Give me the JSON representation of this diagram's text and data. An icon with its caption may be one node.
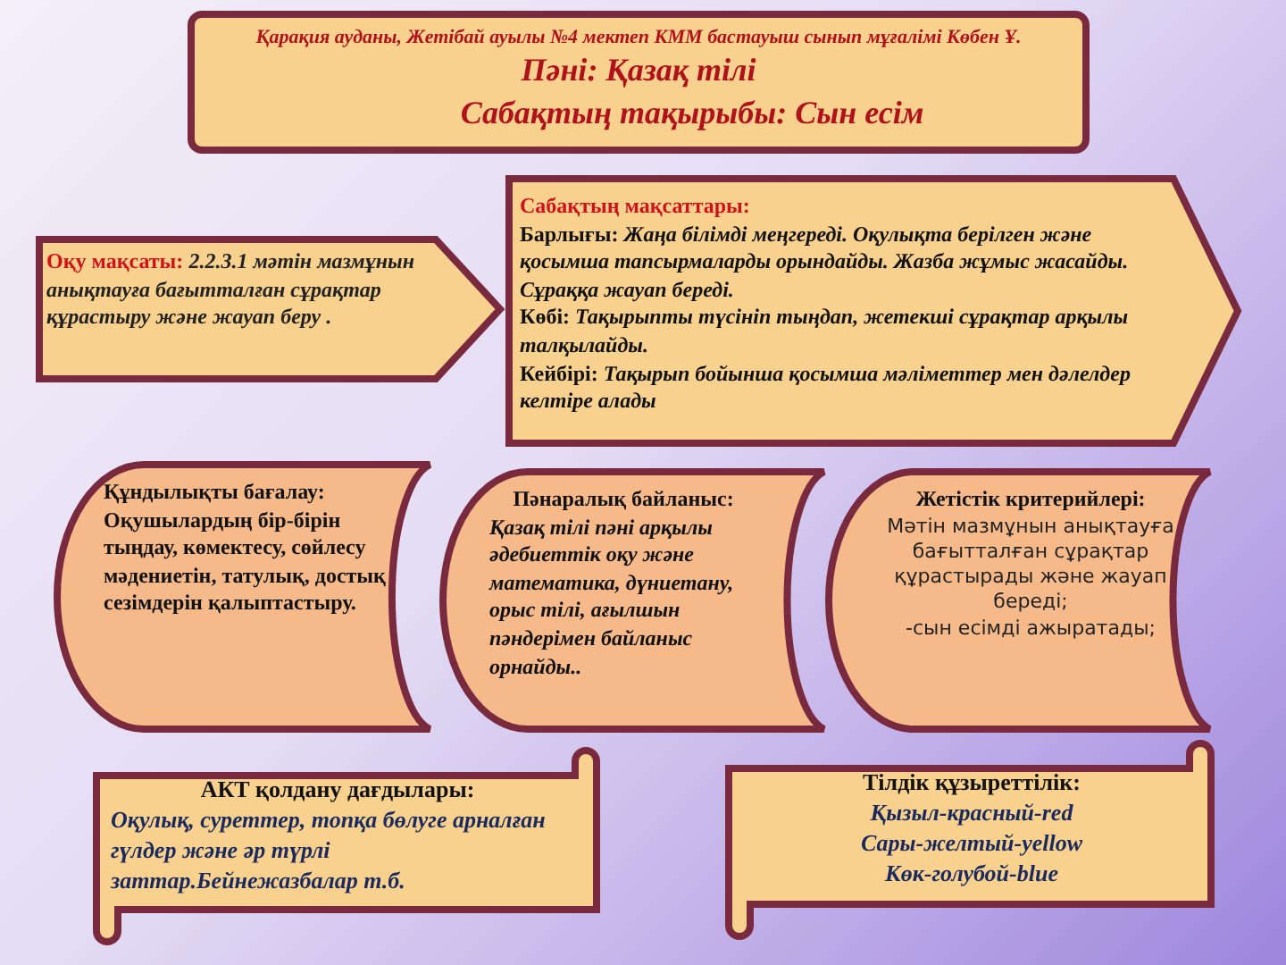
{
  "diagram": {
    "nodes": [
      {
        "text": [
          "Қарақия ауданы, Жетібай ауылы №4 мектеп КММ бастауыш сынып мұғалімі Көбен Ұ.",
          "Пәні: Қазақ тілі",
          "Сабақтың тақырыбы: Сын есім"
        ]
      },
      {
        "text": [
          "Оқу мақсаты:",
          "2.2.3.1 мәтін мазмұнын анықтауға бағытталған сұрақтар құрастыру және жауап беру ."
        ]
      },
      {
        "text": [
          "Сабақтың мақсаттары:",
          "Барлығы: *Жаңа білімді меңгереді. Оқулықта берілген және қосымша тапсырмаларды орындайды.  Жазба жұмыс жасайды. Сұраққа жауап береді.*",
          "Көбі: *Тақырыпты түсініп тыңдап, жетекші сұрақтар арқылы талқылайды.*",
          "Кейбірі: *Тақырып бойынша қосымша мәліметтер мен дәлелдер келтіре алады*"
        ]
      },
      {
        "text": [
          "Құндылықты бағалау:",
          "Оқушылардың бір-бірін тыңдау, көмектесу, сөйлесу мәдениетін, татулық, достық сезімдерін қалыптастыру."
        ]
      },
      {
        "text": [
          "Пәнаралық байланыс:",
          "Қазақ тілі пәні арқылы әдебиеттік оқу және математика, дүниетану, орыс тілі, ағылшын пәндерімен байланыс орнайды.."
        ]
      },
      {
        "text": [
          "Жетістік критерийлері:",
          "Мәтін мазмұнын анықтауға бағытталған сұрақтар құрастырады және жауап береді;",
          "-сын есімді ажыратады;"
        ]
      },
      {
        "text": [
          "АКТ қолдану дағдылары:",
          "Оқулық, суреттер, топқа бөлуге арналған гүлдер және әр түрлі заттар.Бейнежазбалар т.б."
        ]
      },
      {
        "text": [
          "Тілдік құзыреттілік:",
          "Қызыл-красный-red",
          "Сары-желтый-yellow",
          "Көк-голубой-blue"
        ]
      }
    ]
  }
}
